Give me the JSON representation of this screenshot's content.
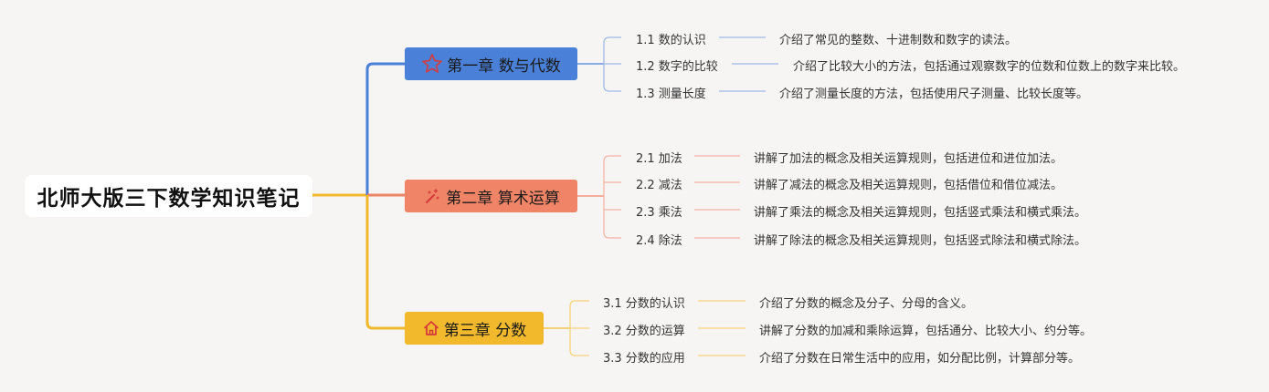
{
  "root": {
    "title": "北师大版三下数学知识笔记"
  },
  "colors": {
    "chapter1": "#4a80d8",
    "chapter2": "#ef8466",
    "chapter3": "#f2b92c",
    "root_line": "#f2b92c"
  },
  "chapters": [
    {
      "title": "第一章 数与代数",
      "icon": "star-icon",
      "items": [
        {
          "label": "1.1 数的认识",
          "desc": "介绍了常见的整数、十进制数和数字的读法。"
        },
        {
          "label": "1.2 数字的比较",
          "desc": "介绍了比较大小的方法，包括通过观察数字的位数和位数上的数字来比较。"
        },
        {
          "label": "1.3 测量长度",
          "desc": "介绍了测量长度的方法，包括使用尺子测量、比较长度等。"
        }
      ]
    },
    {
      "title": "第二章 算术运算",
      "icon": "magic-wand-icon",
      "items": [
        {
          "label": "2.1 加法",
          "desc": "讲解了加法的概念及相关运算规则，包括进位和进位加法。"
        },
        {
          "label": "2.2 减法",
          "desc": "讲解了减法的概念及相关运算规则，包括借位和借位减法。"
        },
        {
          "label": "2.3 乘法",
          "desc": "讲解了乘法的概念及相关运算规则，包括竖式乘法和横式乘法。"
        },
        {
          "label": "2.4 除法",
          "desc": "讲解了除法的概念及相关运算规则，包括竖式除法和横式除法。"
        }
      ]
    },
    {
      "title": "第三章 分数",
      "icon": "home-icon",
      "items": [
        {
          "label": "3.1 分数的认识",
          "desc": "介绍了分数的概念及分子、分母的含义。"
        },
        {
          "label": "3.2 分数的运算",
          "desc": "讲解了分数的加减和乘除运算，包括通分、比较大小、约分等。"
        },
        {
          "label": "3.3 分数的应用",
          "desc": "介绍了分数在日常生活中的应用，如分配比例，计算部分等。"
        }
      ]
    }
  ]
}
